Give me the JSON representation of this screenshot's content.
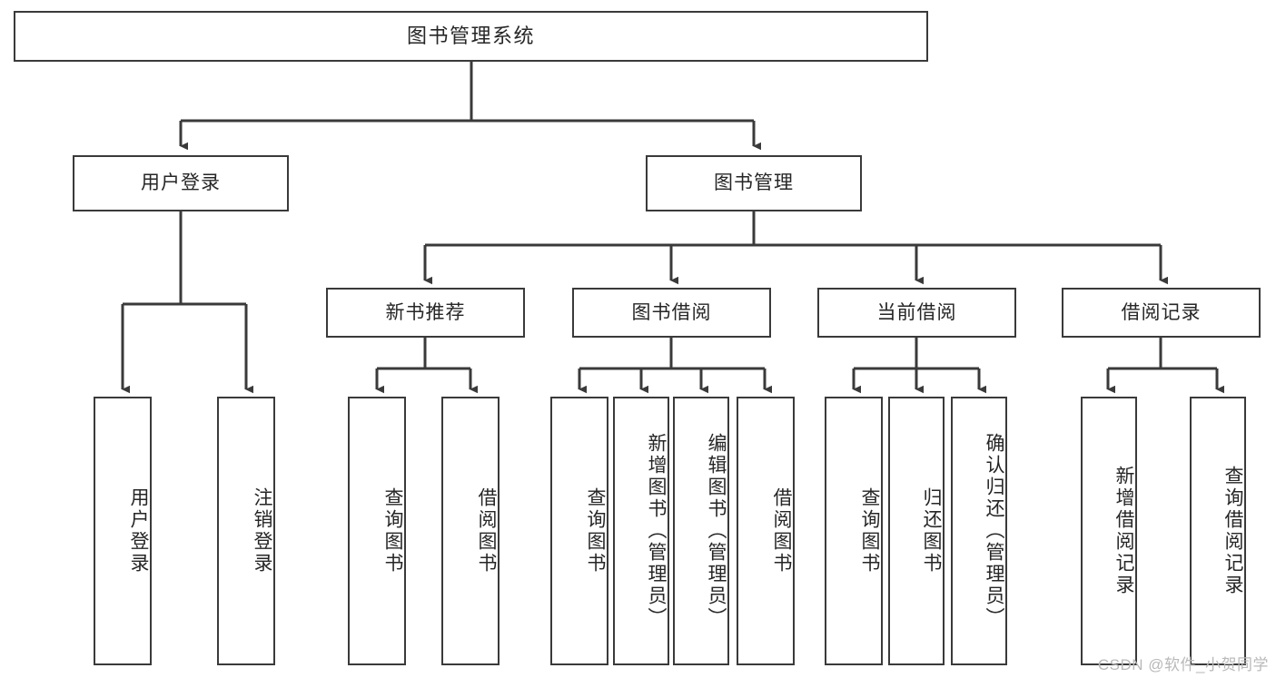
{
  "diagram": {
    "title": "图书管理系统",
    "watermark": "CSDN @软件_小贺同学",
    "stroke_color": "#3a3a3a",
    "text_color": "#262626",
    "background_color": "#ffffff",
    "type": "tree-hierarchy",
    "levels": 4
  },
  "nodes": {
    "root": {
      "label": "图书管理系统"
    },
    "level2": [
      {
        "label": "用户登录"
      },
      {
        "label": "图书管理"
      }
    ],
    "level3": [
      {
        "label": "新书推荐"
      },
      {
        "label": "图书借阅"
      },
      {
        "label": "当前借阅"
      },
      {
        "label": "借阅记录"
      }
    ],
    "leaves_user_login": [
      {
        "label": "用户登录"
      },
      {
        "label": "注销登录"
      }
    ],
    "leaves_new_book": [
      {
        "label": "查询图书"
      },
      {
        "label": "借阅图书"
      }
    ],
    "leaves_borrow": [
      {
        "label": "查询图书"
      },
      {
        "label": "新增图书（管理员）"
      },
      {
        "label": "编辑图书（管理员）"
      },
      {
        "label": "借阅图书"
      }
    ],
    "leaves_current": [
      {
        "label": "查询图书"
      },
      {
        "label": "归还图书"
      },
      {
        "label": "确认归还（管理员）"
      }
    ],
    "leaves_records": [
      {
        "label": "新增借阅记录"
      },
      {
        "label": "查询借阅记录"
      }
    ]
  }
}
